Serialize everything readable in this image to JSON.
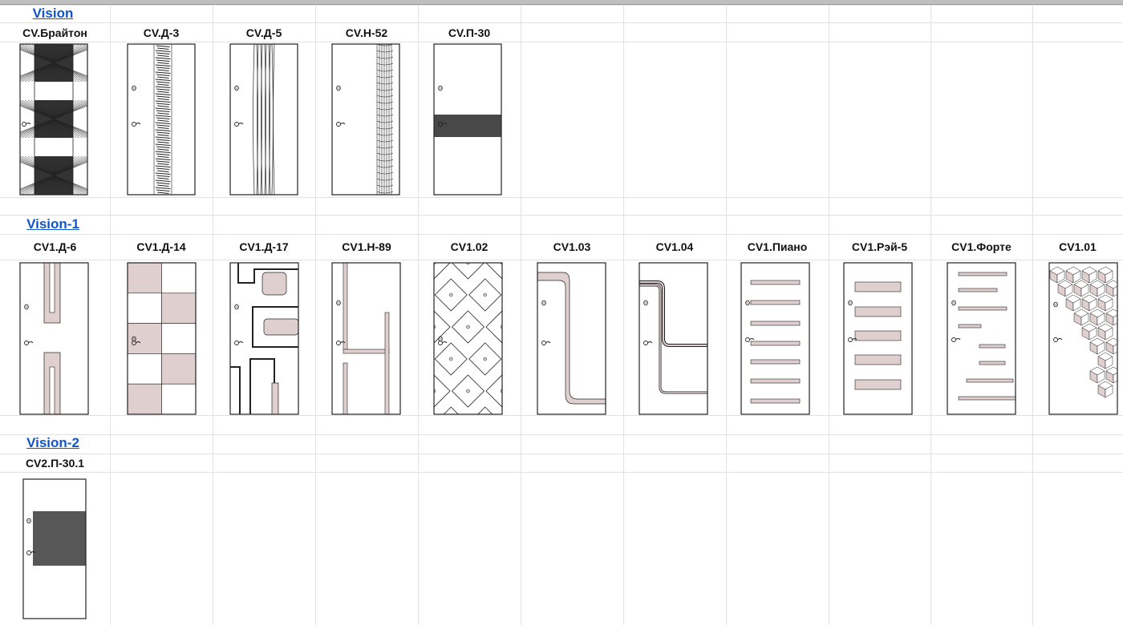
{
  "sheet": {
    "sections": [
      {
        "title": "Vision",
        "doors": [
          {
            "name": "CV.Брайтон",
            "pattern": "brighton"
          },
          {
            "name": "CV.Д-3",
            "pattern": "d3"
          },
          {
            "name": "CV.Д-5",
            "pattern": "d5"
          },
          {
            "name": "CV.Н-52",
            "pattern": "n52"
          },
          {
            "name": "CV.П-30",
            "pattern": "p30"
          }
        ]
      },
      {
        "title": "Vision-1",
        "doors": [
          {
            "name": "CV1.Д-6",
            "pattern": "d6"
          },
          {
            "name": "CV1.Д-14",
            "pattern": "d14"
          },
          {
            "name": "CV1.Д-17",
            "pattern": "d17"
          },
          {
            "name": "CV1.Н-89",
            "pattern": "n89"
          },
          {
            "name": "CV1.02",
            "pattern": "v102"
          },
          {
            "name": "CV1.03",
            "pattern": "v103"
          },
          {
            "name": "CV1.04",
            "pattern": "v104"
          },
          {
            "name": "CV1.Пиано",
            "pattern": "piano"
          },
          {
            "name": "CV1.Рэй-5",
            "pattern": "ray5"
          },
          {
            "name": "CV1.Форте",
            "pattern": "forte"
          },
          {
            "name": "CV1.01",
            "pattern": "v101"
          }
        ]
      },
      {
        "title": "Vision-2",
        "doors": [
          {
            "name": "CV2.П-30.1",
            "pattern": "p301"
          }
        ]
      }
    ]
  },
  "colors": {
    "link": "#1155cc",
    "grid": "#e2e2e2",
    "door_outline": "#222222",
    "accent_fill": "#e0cfcf"
  }
}
